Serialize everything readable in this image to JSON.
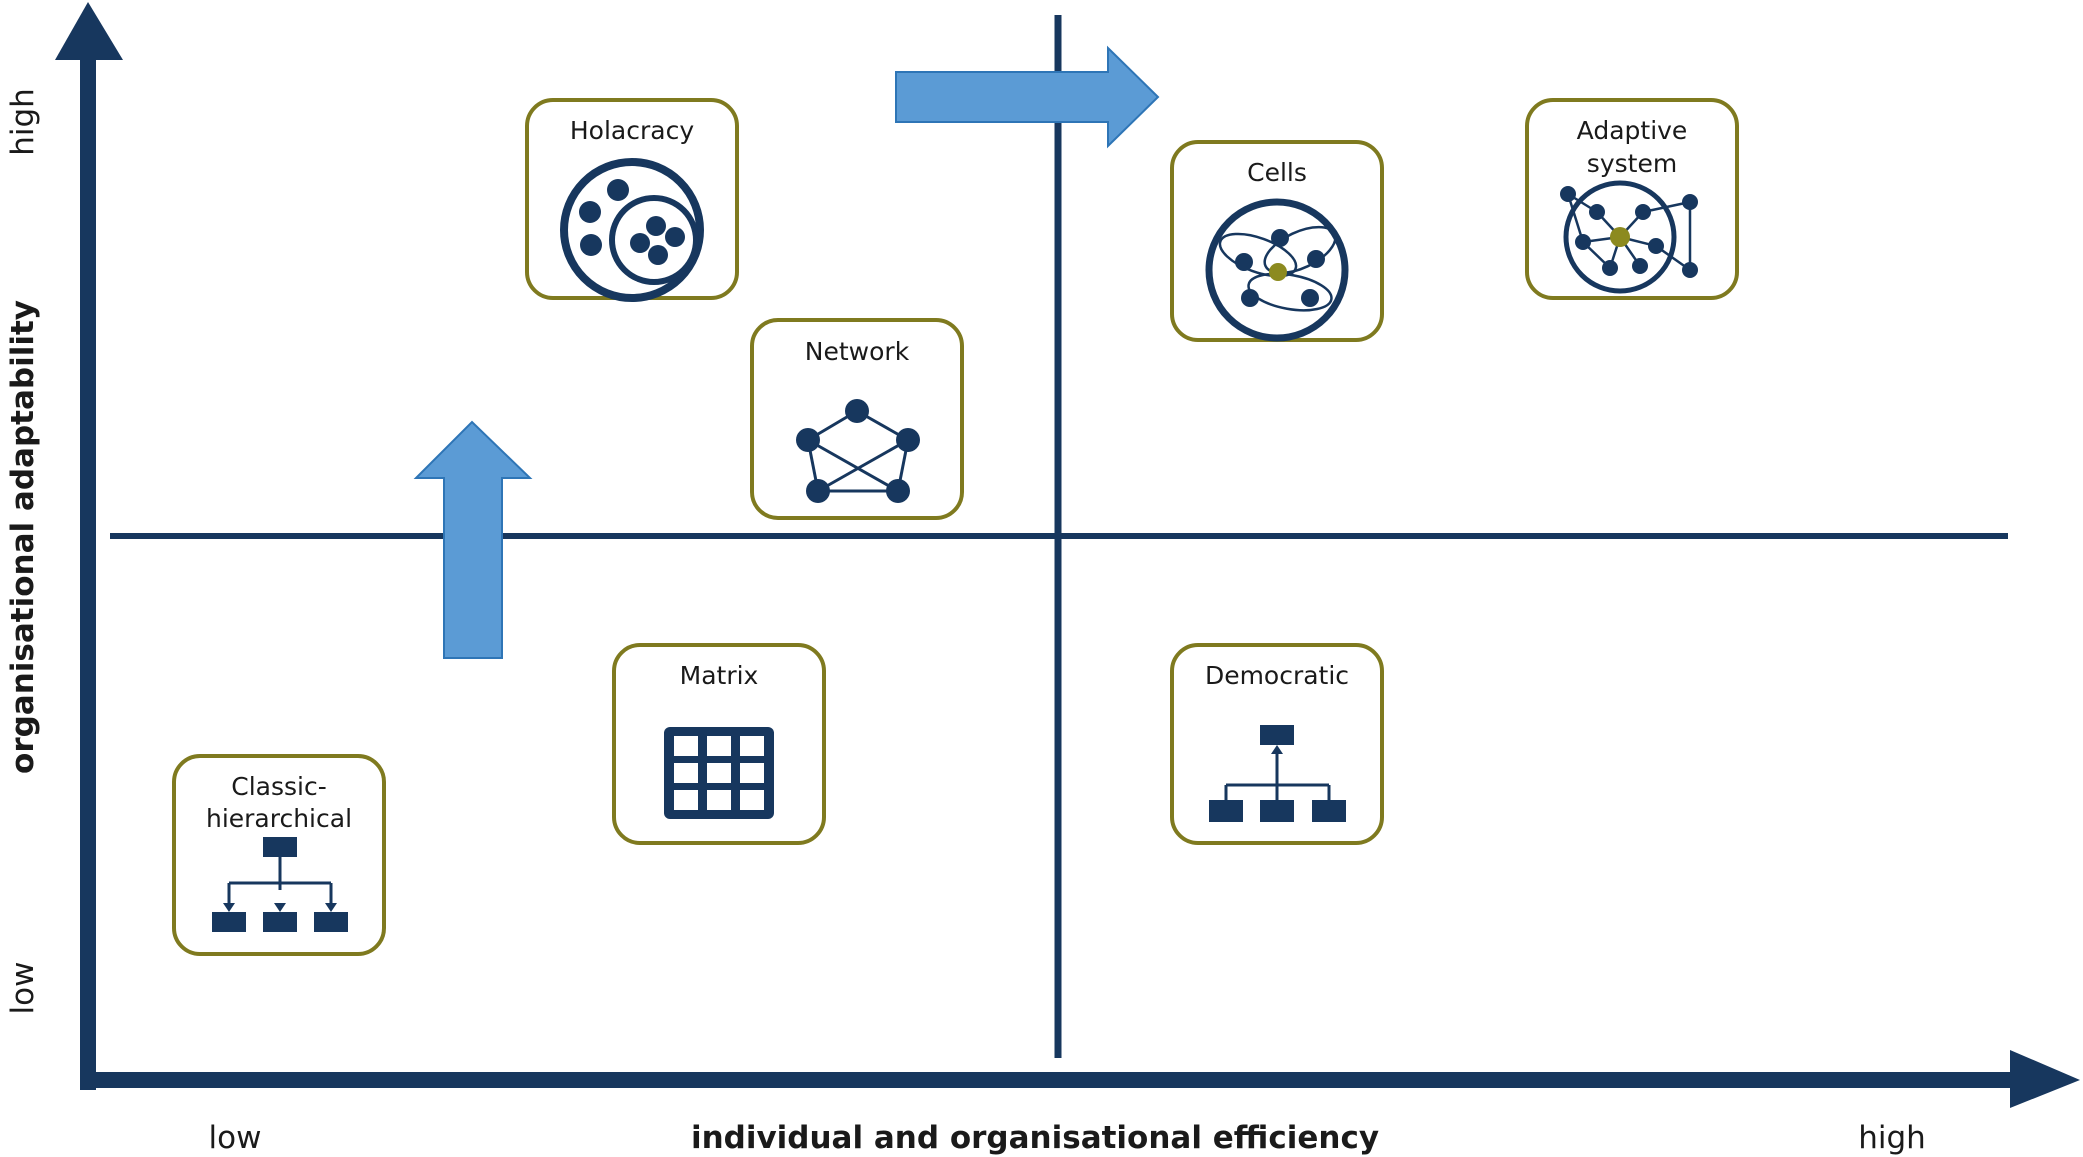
{
  "axes": {
    "x_label": "individual and organisational efficiency",
    "x_low": "low",
    "x_high": "high",
    "y_label": "organisational  adaptability",
    "y_low": "low",
    "y_high": "high"
  },
  "boxes": {
    "holacracy": "Holacracy",
    "network": "Network",
    "cells": "Cells",
    "adaptive_line1": "Adaptive",
    "adaptive_line2": "system",
    "matrix": "Matrix",
    "democratic": "Democratic",
    "classic_line1": "Classic-",
    "classic_line2": "hierarchical"
  },
  "colors": {
    "axis": "#17375e",
    "box_border": "#7f7a1f",
    "arrow_fill": "#5b9bd5",
    "arrow_stroke": "#2e75b6",
    "highlight_node": "#8c8a1f"
  },
  "icons": {
    "holacracy": "nested-circles-icon",
    "network": "pentagon-network-icon",
    "cells": "cells-icon",
    "adaptive": "adaptive-system-icon",
    "matrix": "grid-icon",
    "democratic": "org-chart-up-icon",
    "classic": "org-chart-down-icon"
  }
}
